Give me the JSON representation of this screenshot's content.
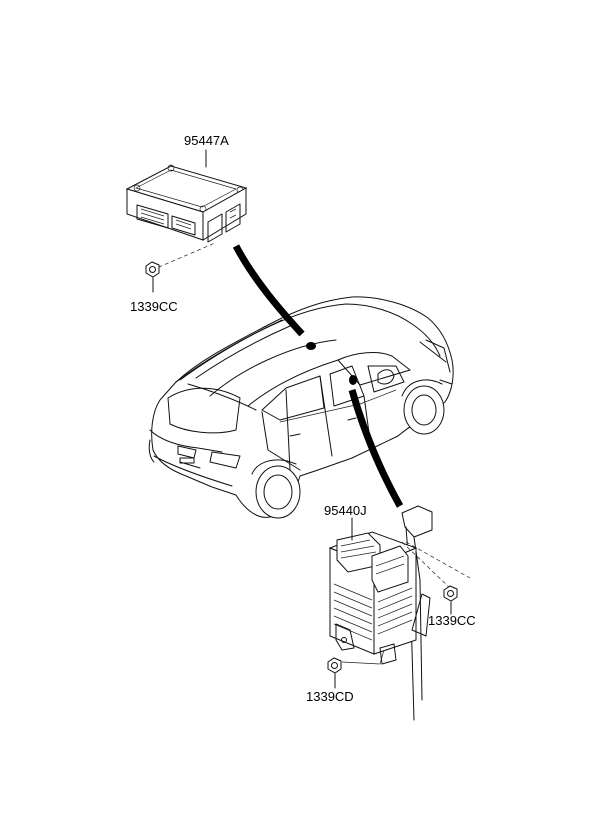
{
  "labels": {
    "module_top": "95447A",
    "nut_top": "1339CC",
    "module_bottom": "95440J",
    "nut_right": "1339CC",
    "nut_bottom": "1339CD"
  }
}
